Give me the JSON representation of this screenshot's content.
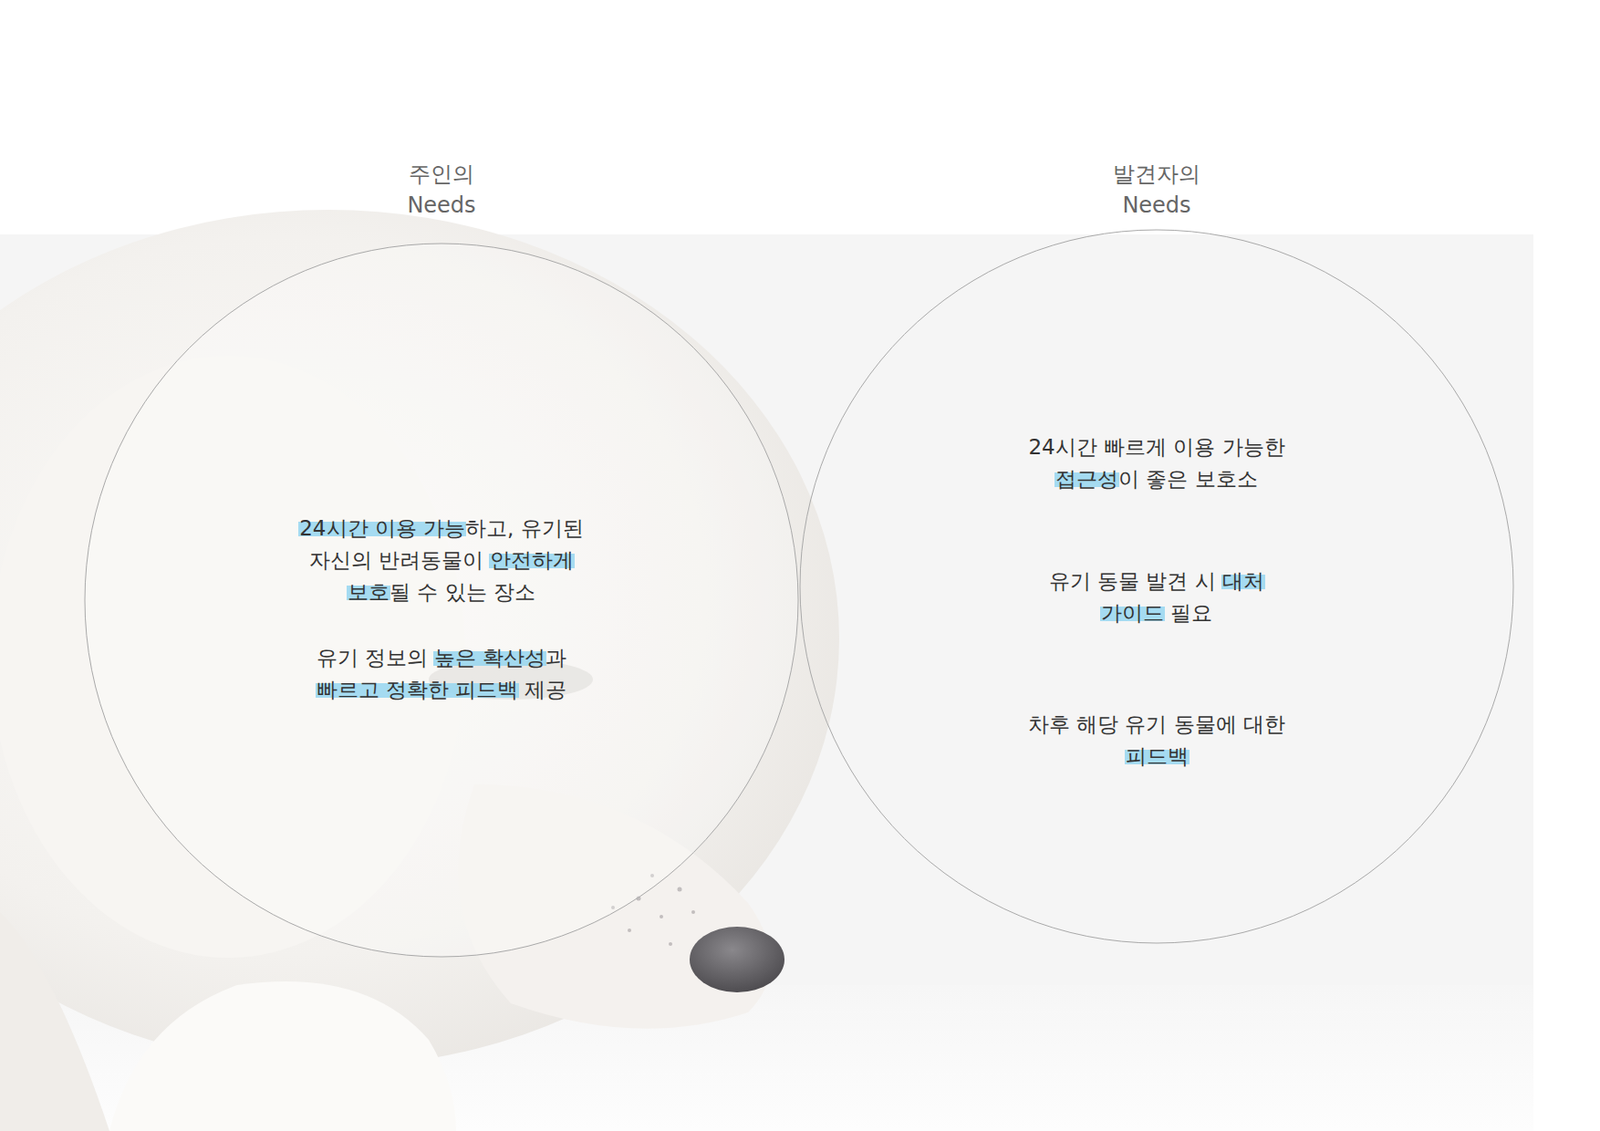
{
  "diagram": {
    "nodes": [
      {
        "text": [
          "주인의 Needs",
          "24시간 이용 가능하고, 유기된 자신의 반려동물이 안전하게 보호될 수 있는 장소",
          "유기 정보의 높은 확산성과 빠르고 정확한 피드백 제공"
        ]
      },
      {
        "text": [
          "발견자의 Needs",
          "24시간 빠르게 이용 가능한 접근성이 좋은 보호소",
          "유기 동물 발견 시 대처 가이드 필요",
          "차후 해당 유기 동물에 대한 피드백"
        ]
      }
    ]
  }
}
